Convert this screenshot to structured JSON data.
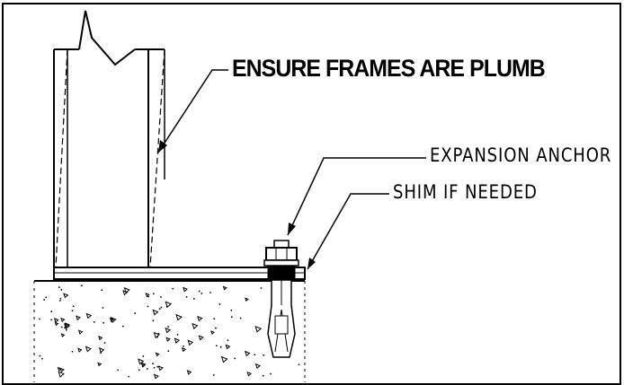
{
  "diagram": {
    "callouts": {
      "frames": "ENSURE FRAMES ARE PLUMB",
      "anchor": "EXPANSION ANCHOR",
      "shim": "SHIM IF NEEDED"
    },
    "colors": {
      "ink": "#000000",
      "paper": "#ffffff",
      "concrete_fill": "#f4f4f4"
    }
  }
}
